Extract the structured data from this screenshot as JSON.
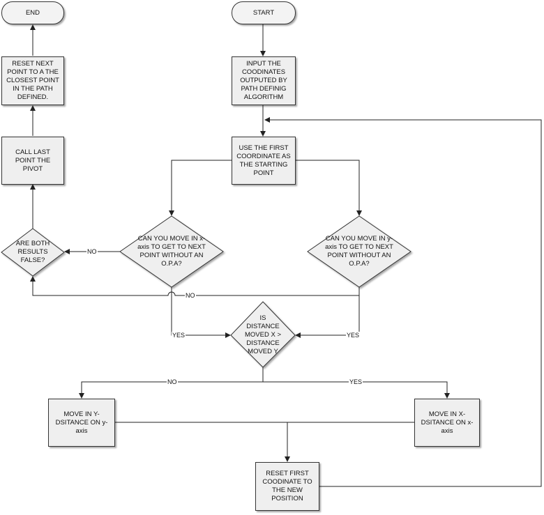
{
  "nodes": {
    "end": "END",
    "start": "START",
    "reset_next_point": "RESET NEXT POINT TO A THE CLOSEST POINT IN THE PATH DEFINED.",
    "input_coordinates": "INPUT THE COODINATES OUTPUTED BY PATH DEFINIG ALGORITHM",
    "call_last_point": "CALL LAST POINT THE PIVOT",
    "use_first_coordinate": "USE THE FIRST COORDINATE AS THE STARTING POINT",
    "are_both_false": "ARE BOTH RESULTS FALSE?",
    "can_move_x": "CAN YOU MOVE IN x-axis TO GET TO NEXT POINT WITHOUT AN O.P.A?",
    "can_move_y": "CAN YOU MOVE IN y-axis TO GET TO NEXT POINT WITHOUT AN O.P.A?",
    "is_distance": "IS DISTANCE MOVED X > DISTANCE MOVED Y",
    "move_y": "MOVE IN Y-DSITANCE ON y-axis",
    "move_x": "MOVE IN X-DSITANCE ON x-axis",
    "reset_first": "RESET FIRST COODINATE TO THE NEW POSITION"
  },
  "labels": {
    "no_left": "NO",
    "no_bottom": "NO",
    "yes_x": "YES",
    "yes_y": "YES",
    "no_distance": "NO",
    "yes_distance": "YES"
  }
}
